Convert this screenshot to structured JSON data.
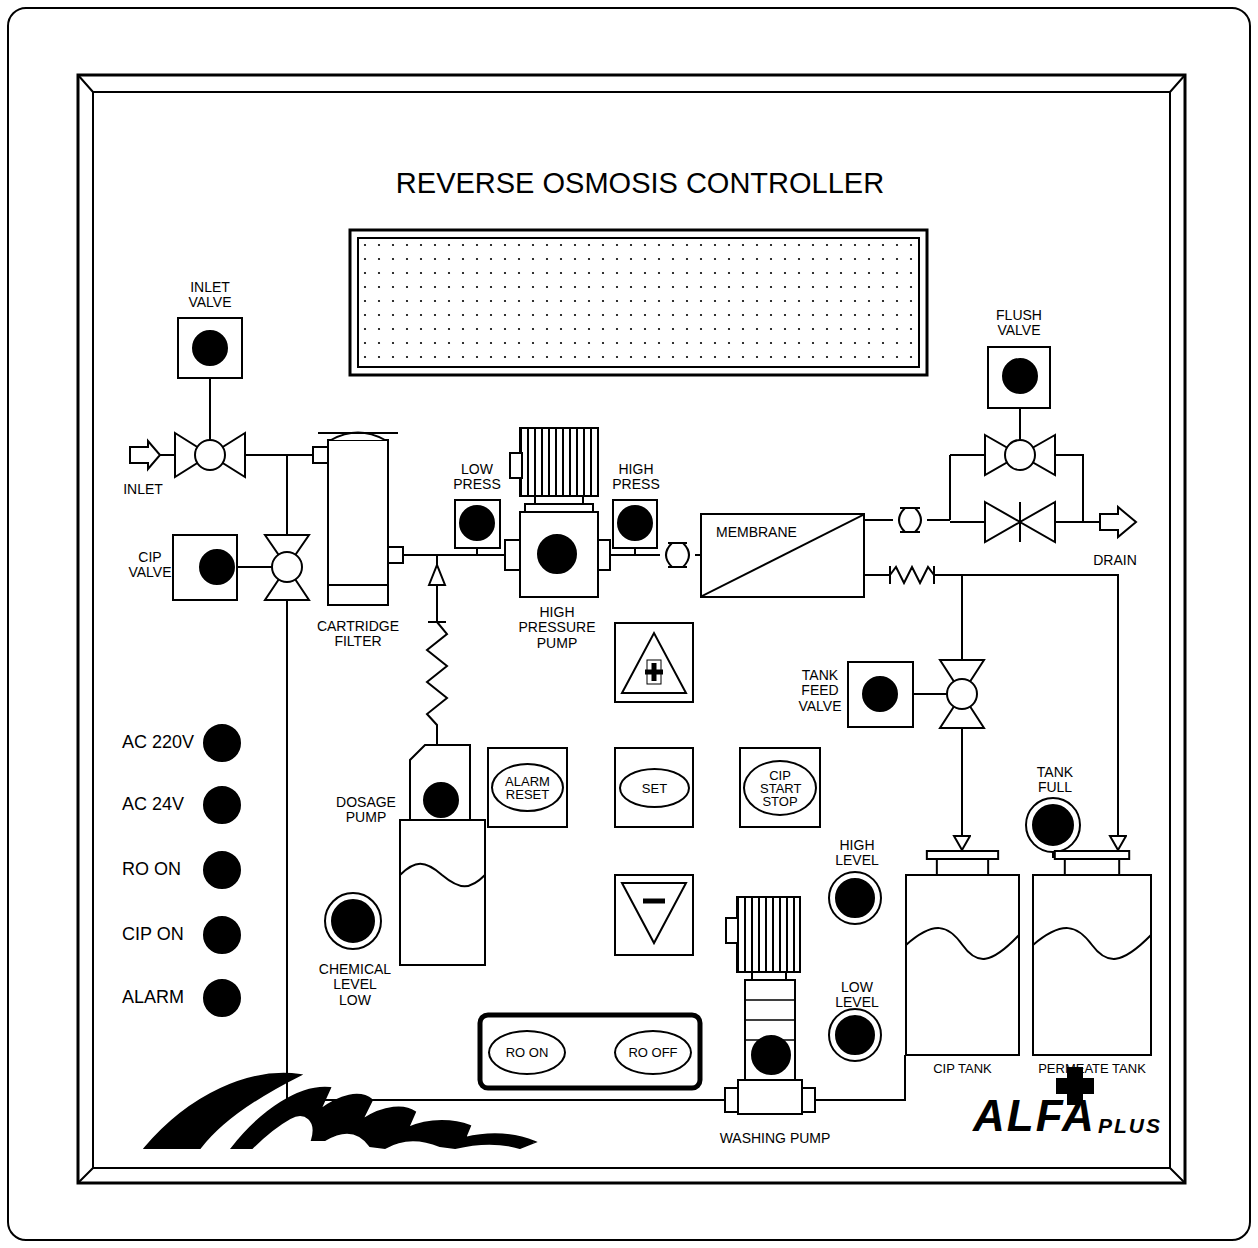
{
  "diagram": {
    "title": "REVERSE OSMOSIS CONTROLLER",
    "nodes": [
      {
        "text": [
          "CARTRIDGE FILTER"
        ]
      },
      {
        "text": [
          "MEMBRANE"
        ]
      },
      {
        "text": [
          "ALARM RESET"
        ]
      },
      {
        "text": [
          "SET"
        ]
      },
      {
        "text": [
          "CIP START STOP"
        ]
      },
      {
        "text": [
          "RO ON"
        ]
      },
      {
        "text": [
          "RO OFF"
        ]
      },
      {
        "text": [
          "CIP TANK"
        ]
      },
      {
        "text": [
          "PERMEATE TANK"
        ]
      }
    ],
    "edges": [
      {
        "from": 1,
        "to": 7,
        "arrow": "to"
      },
      {
        "from": 1,
        "to": 8,
        "arrow": "to"
      }
    ],
    "labels": [
      "INLET VALVE",
      "INLET",
      "CIP VALVE",
      "LOW PRESS",
      "HIGH PRESS",
      "HIGH PRESSURE PUMP",
      "FLUSH VALVE",
      "DRAIN",
      "TANK FEED VALVE",
      "DOSAGE PUMP",
      "CHEMICAL LEVEL LOW",
      "AC 220V",
      "AC 24V",
      "RO ON",
      "CIP ON",
      "ALARM",
      "HIGH LEVEL",
      "LOW LEVEL",
      "TANK FULL",
      "WASHING PUMP",
      "ALFA",
      "PLUS"
    ]
  }
}
